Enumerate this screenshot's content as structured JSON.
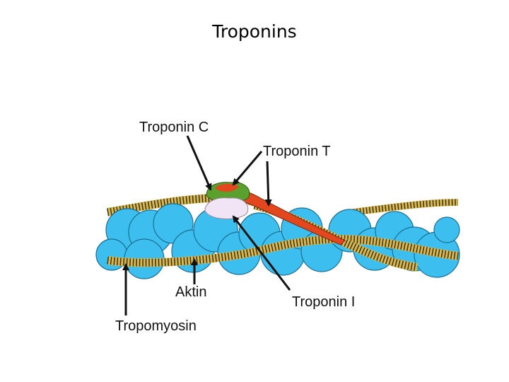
{
  "slide": {
    "title": "Troponins"
  },
  "labels": {
    "troponin_c": "Troponin C",
    "troponin_t": "Troponin T",
    "troponin_i": "Troponin I",
    "actin": "Aktin",
    "tropomyosin": "Tropomyosin"
  },
  "colors": {
    "actin": "#3cbfee",
    "actin_outline": "#1b6f95",
    "tropomyosin": "#d8b850",
    "tropomyosin_stripe": "#3a3010",
    "troponin_c": "#5aa02c",
    "troponin_t": "#e2471e",
    "troponin_i": "#f1e4f5"
  }
}
